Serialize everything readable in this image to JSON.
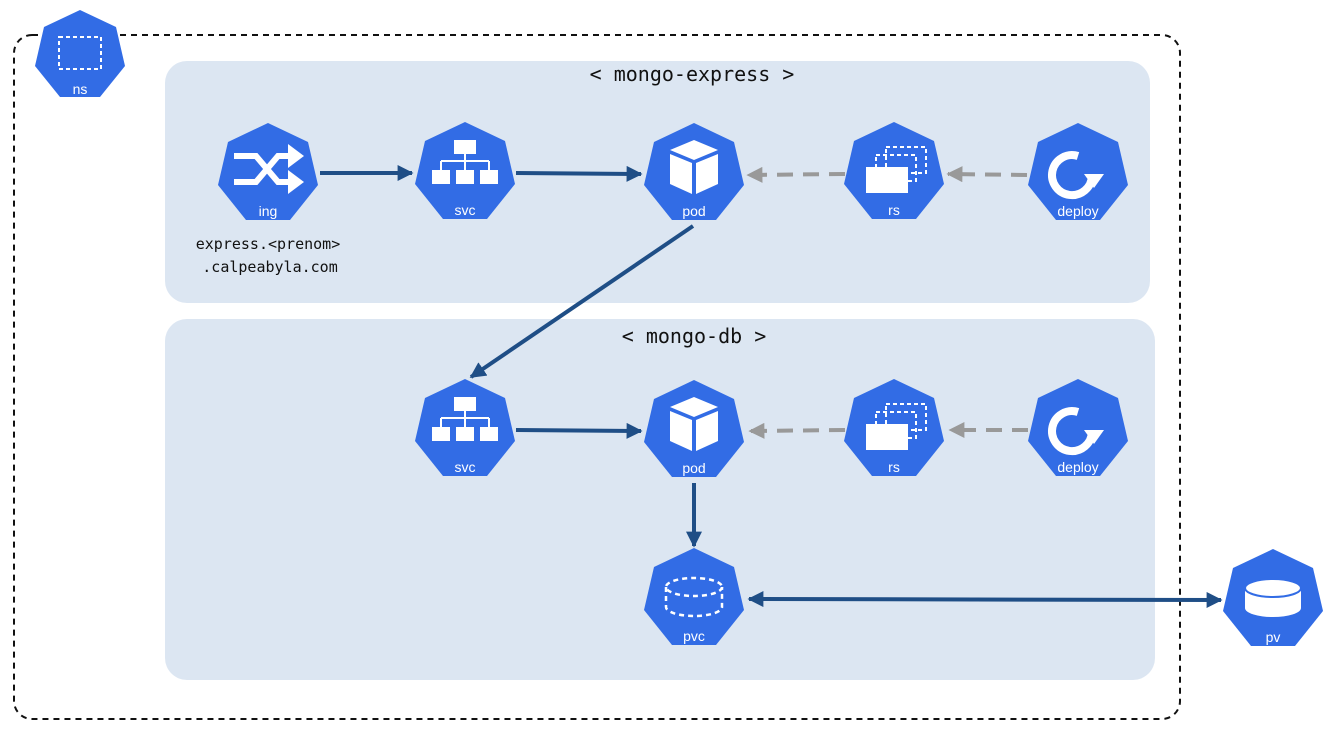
{
  "namespace": {
    "label": "ns"
  },
  "groups": {
    "express": {
      "title": "< mongo-express >"
    },
    "db": {
      "title": "< mongo-db >"
    }
  },
  "nodes": {
    "express_ing": "ing",
    "express_svc": "svc",
    "express_pod": "pod",
    "express_rs": "rs",
    "express_deploy": "deploy",
    "db_svc": "svc",
    "db_pod": "pod",
    "db_rs": "rs",
    "db_deploy": "deploy",
    "db_pvc": "pvc",
    "pv": "pv"
  },
  "ingress_host": {
    "line1": "express.<prenom>",
    "line2": ".calpeabyla.com"
  },
  "colors": {
    "k8s_blue": "#326ce5",
    "group_bg": "#dce6f2",
    "solid_arrow": "#1f4e86",
    "dashed_arrow": "#999999"
  }
}
